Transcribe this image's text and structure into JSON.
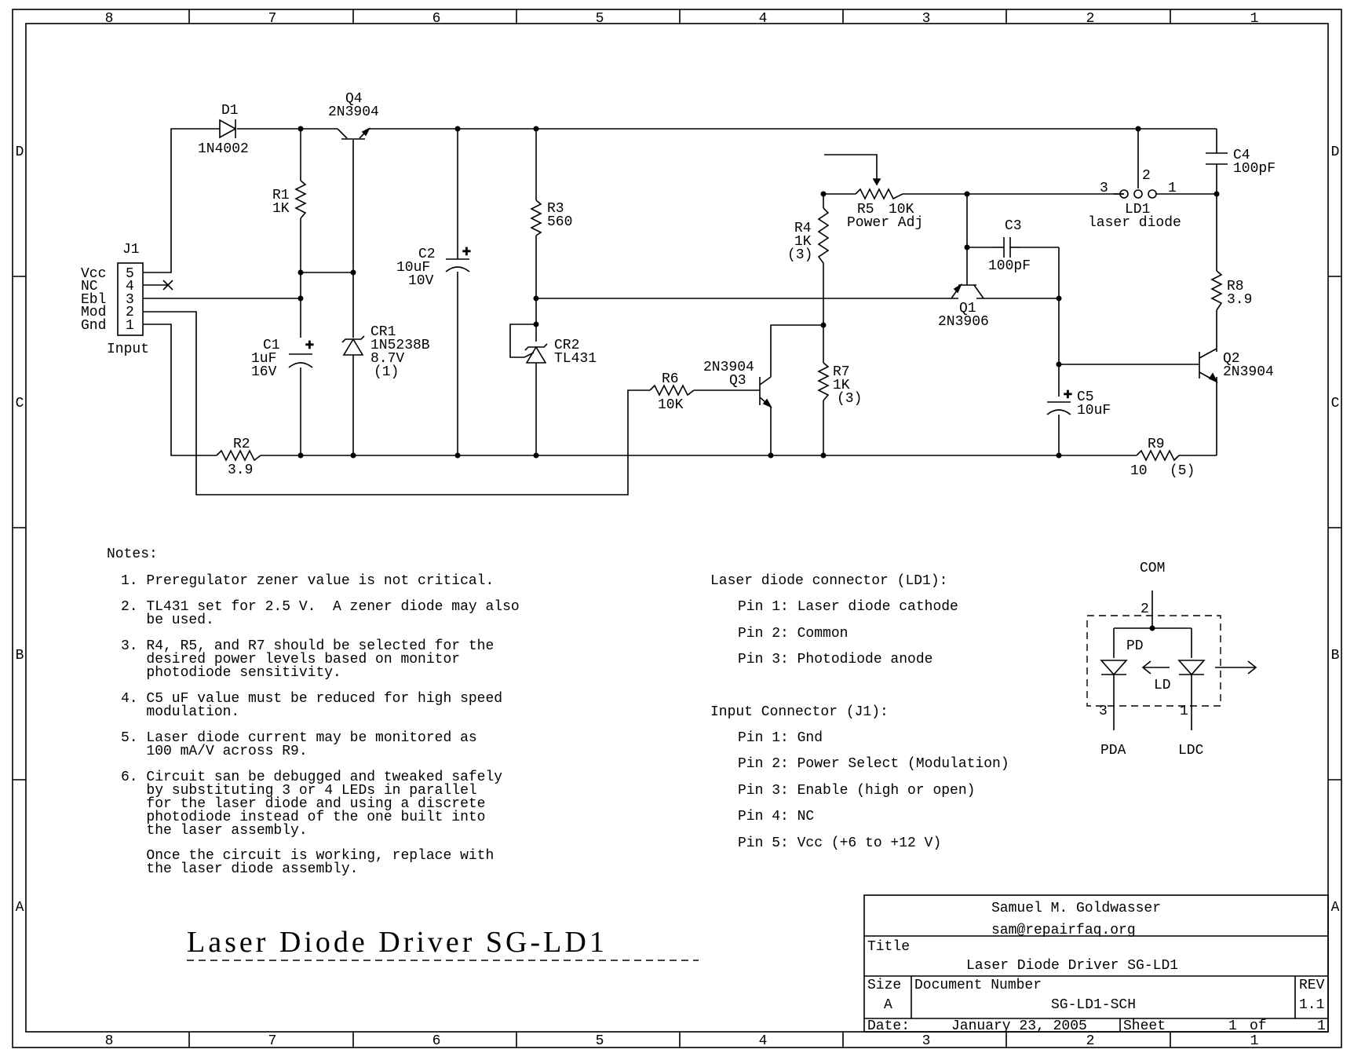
{
  "frame": {
    "col_labels": [
      "8",
      "7",
      "6",
      "5",
      "4",
      "3",
      "2",
      "1"
    ],
    "row_labels": [
      "D",
      "C",
      "B",
      "A"
    ]
  },
  "components": {
    "d1": {
      "ref": "D1",
      "value": "1N4002"
    },
    "q4": {
      "ref": "Q4",
      "value": "2N3904"
    },
    "r1": {
      "ref": "R1",
      "value": "1K"
    },
    "c2": {
      "ref": "C2",
      "value": "10uF",
      "rating": "10V"
    },
    "r3": {
      "ref": "R3",
      "value": "560"
    },
    "j1": {
      "ref": "J1",
      "label": "Input",
      "pins": [
        {
          "name": "Vcc",
          "num": "5"
        },
        {
          "name": "NC",
          "num": "4"
        },
        {
          "name": "Ebl",
          "num": "3"
        },
        {
          "name": "Mod",
          "num": "2"
        },
        {
          "name": "Gnd",
          "num": "1"
        }
      ]
    },
    "c1": {
      "ref": "C1",
      "value": "1uF",
      "rating": "16V"
    },
    "cr1": {
      "ref": "CR1",
      "value": "1N5238B",
      "rating": "8.7V",
      "note": "(1)"
    },
    "cr2": {
      "ref": "CR2",
      "value": "TL431"
    },
    "r2": {
      "ref": "R2",
      "value": "3.9"
    },
    "r4": {
      "ref": "R4",
      "value": "1K",
      "note": "(3)"
    },
    "r5": {
      "ref": "R5",
      "value": "10K",
      "desc": "Power Adj"
    },
    "r6": {
      "ref": "R6",
      "value": "10K"
    },
    "r7": {
      "ref": "R7",
      "value": "1K",
      "note": "(3)"
    },
    "q3": {
      "ref": "Q3",
      "value": "2N3904"
    },
    "c3": {
      "ref": "C3",
      "value": "100pF"
    },
    "q1": {
      "ref": "Q1",
      "value": "2N3906"
    },
    "ld1": {
      "ref": "LD1",
      "desc": "laser diode",
      "pin1": "1",
      "pin2": "2",
      "pin3": "3"
    },
    "c4": {
      "ref": "C4",
      "value": "100pF"
    },
    "r8": {
      "ref": "R8",
      "value": "3.9"
    },
    "q2": {
      "ref": "Q2",
      "value": "2N3904"
    },
    "c5": {
      "ref": "C5",
      "value": "10uF"
    },
    "r9": {
      "ref": "R9",
      "value": "10",
      "note": "(5)"
    }
  },
  "notes": {
    "heading": "Notes:",
    "items": [
      {
        "lines": [
          "1. Preregulator zener value is not critical."
        ]
      },
      {
        "lines": [
          "2. TL431 set for 2.5 V.  A zener diode may also",
          "   be used."
        ]
      },
      {
        "lines": [
          "3. R4, R5, and R7 should be selected for the",
          "   desired power levels based on monitor",
          "   photodiode sensitivity."
        ]
      },
      {
        "lines": [
          "4. C5 uF value must be reduced for high speed",
          "   modulation."
        ]
      },
      {
        "lines": [
          "5. Laser diode current may be monitored as",
          "   100 mA/V across R9."
        ]
      },
      {
        "lines": [
          "6. Circuit san be debugged and tweaked safely",
          "   by substituting 3 or 4 LEDs in parallel",
          "   for the laser diode and using a discrete",
          "   photodiode instead of the one built into",
          "   the laser assembly."
        ]
      },
      {
        "lines": [
          "   Once the circuit is working, replace with",
          "   the laser diode assembly."
        ]
      }
    ]
  },
  "ld_connector": {
    "heading": "Laser diode connector (LD1):",
    "pins": [
      "Pin 1: Laser diode cathode",
      "Pin 2: Common",
      "Pin 3: Photodiode anode"
    ]
  },
  "input_connector": {
    "heading": "Input Connector (J1):",
    "pins": [
      "Pin 1: Gnd",
      "Pin 2: Power Select (Modulation)",
      "Pin 3: Enable (high or open)",
      "Pin 4: NC",
      "Pin 5: Vcc (+6 to +12 V)"
    ]
  },
  "ld_diagram": {
    "com": "COM",
    "pin2": "2",
    "pd": "PD",
    "ld": "LD",
    "pin3": "3",
    "pin1": "1",
    "pda": "PDA",
    "ldc": "LDC"
  },
  "big_title": "Laser Diode Driver SG-LD1",
  "title_block": {
    "author": "Samuel M. Goldwasser",
    "email": "sam@repairfaq.org",
    "title_label": "Title",
    "title": "Laser Diode Driver SG-LD1",
    "size_label": "Size",
    "size": "A",
    "docnum_label": "Document Number",
    "docnum": "SG-LD1-SCH",
    "rev_label": "REV",
    "rev": "1.1",
    "date_label": "Date:",
    "date": "January 23, 2005",
    "sheet_label": "Sheet",
    "sheet_num": "1",
    "of_label": "of",
    "sheet_total": "1"
  }
}
